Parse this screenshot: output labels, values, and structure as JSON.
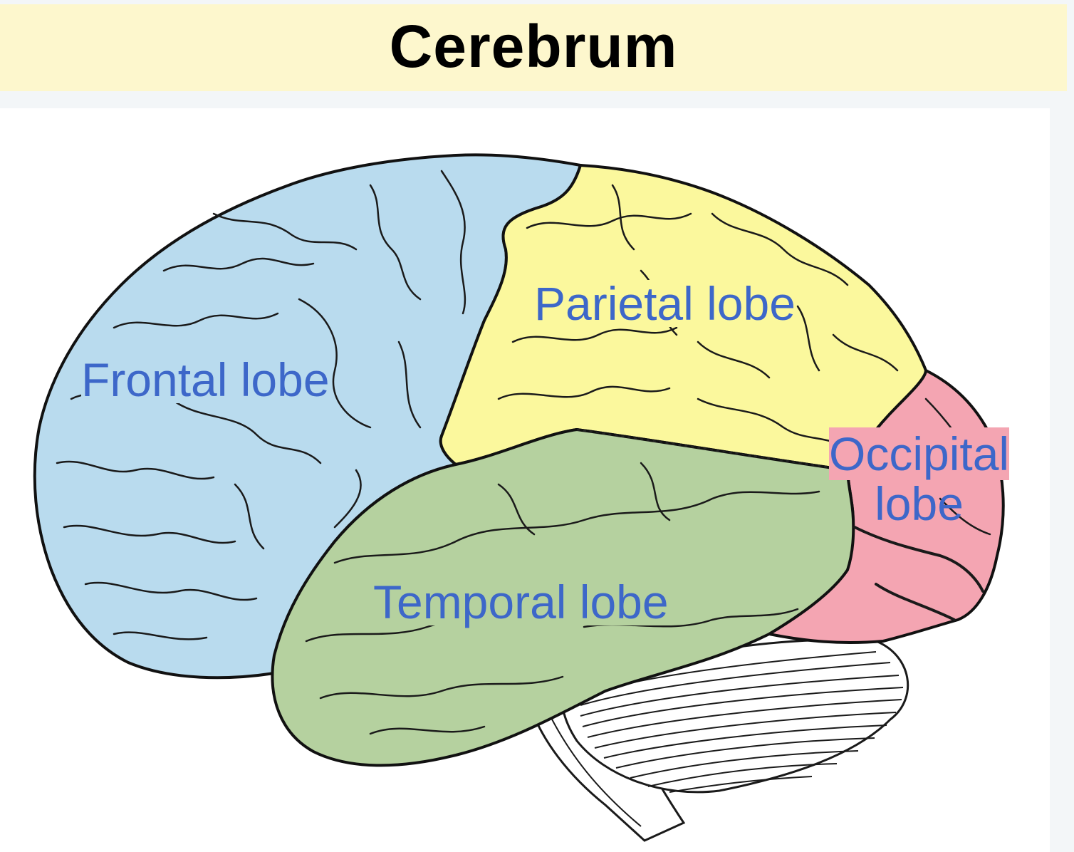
{
  "title": "Cerebrum",
  "lobes": {
    "frontal": "Frontal lobe",
    "parietal": "Parietal lobe",
    "temporal": "Temporal lobe",
    "occipital_line1": "Occipital",
    "occipital_line2": "lobe"
  },
  "colors": {
    "title_background": "#fdf7cd",
    "frontal": "#b9dbee",
    "parietal": "#fbf89d",
    "temporal": "#b5d19f",
    "occipital": "#f4a5b2",
    "label_text": "#3d67c9"
  }
}
